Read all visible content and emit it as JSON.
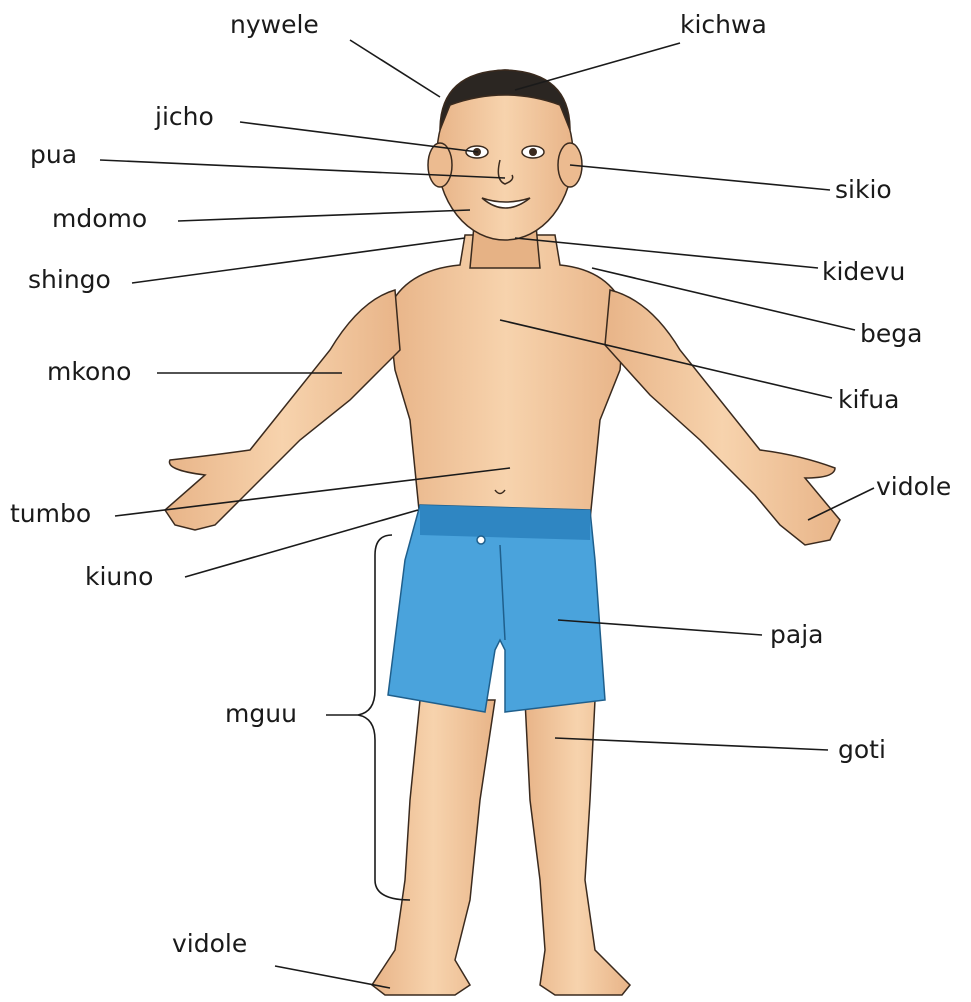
{
  "labels": {
    "nywele": "nywele",
    "kichwa": "kichwa",
    "jicho": "jicho",
    "pua": "pua",
    "sikio": "sikio",
    "mdomo": "mdomo",
    "shingo": "shingo",
    "kidevu": "kidevu",
    "bega": "bega",
    "mkono": "mkono",
    "kifua": "kifua",
    "vidole_hand": "vidole",
    "tumbo": "tumbo",
    "kiuno": "kiuno",
    "paja": "paja",
    "mguu": "mguu",
    "goti": "goti",
    "vidole_foot": "vidole"
  },
  "colors": {
    "skin": "#f2c9a0",
    "skin_shade": "#e3ad80",
    "hair": "#2b2622",
    "shorts": "#4aa3dc",
    "shorts_shade": "#2f86c2",
    "line": "#1a1a1a"
  }
}
